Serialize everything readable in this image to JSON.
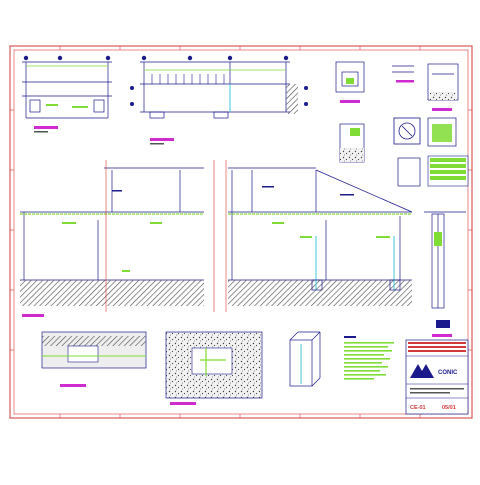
{
  "sheet": {
    "code": "CE-01",
    "sheet_number": "05/01",
    "logo_text": "CONIC"
  },
  "colors": {
    "frame": "#d23a3a",
    "drawing": "#1a1a8c",
    "hatch": "#555555",
    "annotation": "#7fdc35",
    "highlight": "#d02bd0",
    "cyan": "#3fc7d8"
  }
}
